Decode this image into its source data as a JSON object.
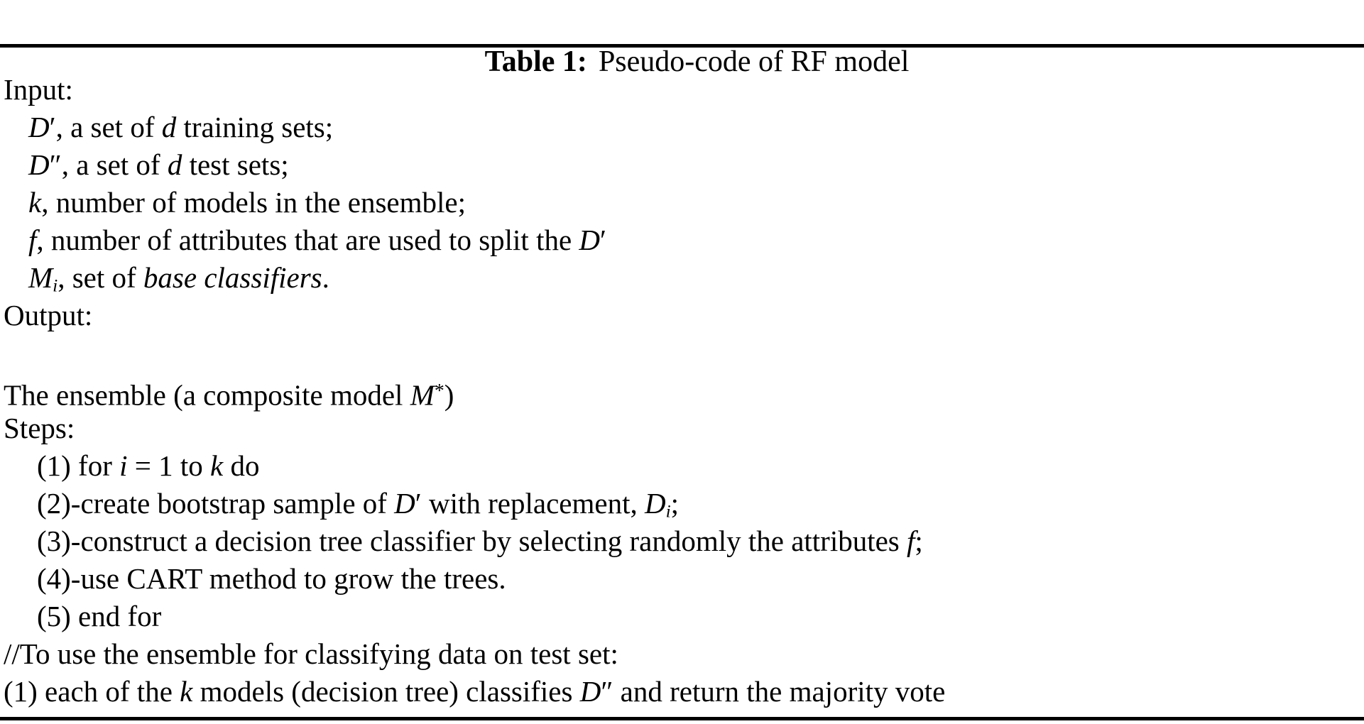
{
  "title": {
    "label": "Table 1:",
    "text": "Pseudo-code of RF model"
  },
  "colors": {
    "text": "#000000",
    "background": "#ffffff",
    "rule": "#000000"
  },
  "table": {
    "lines": [
      {
        "indent": 0,
        "segments": [
          {
            "text": "Input:"
          }
        ]
      },
      {
        "indent": 1,
        "segments": [
          {
            "text": "D",
            "style": "var"
          },
          {
            "text": "′",
            "style": "prime"
          },
          {
            "text": ", a set of "
          },
          {
            "text": "d",
            "style": "var"
          },
          {
            "text": " training sets;"
          }
        ]
      },
      {
        "indent": 1,
        "segments": [
          {
            "text": "D",
            "style": "var"
          },
          {
            "text": "″",
            "style": "prime"
          },
          {
            "text": ", a set of "
          },
          {
            "text": "d",
            "style": "var"
          },
          {
            "text": " test sets;"
          }
        ]
      },
      {
        "indent": 1,
        "segments": [
          {
            "text": "k",
            "style": "var"
          },
          {
            "text": ", number of models in the ensemble;"
          }
        ]
      },
      {
        "indent": 1,
        "segments": [
          {
            "text": "f",
            "style": "var"
          },
          {
            "text": ", number of attributes that are used to split the "
          },
          {
            "text": "D",
            "style": "var"
          },
          {
            "text": "′",
            "style": "prime"
          }
        ]
      },
      {
        "indent": 1,
        "segments": [
          {
            "text": "M",
            "style": "var"
          },
          {
            "text": "i",
            "style": "sub"
          },
          {
            "text": ", set of "
          },
          {
            "text": "base classifiers",
            "style": "i"
          },
          {
            "text": "."
          }
        ]
      },
      {
        "indent": 0,
        "segments": [
          {
            "text": "Output:"
          }
        ]
      },
      {
        "indent": 0,
        "segments": []
      },
      {
        "indent": 0,
        "segments": [
          {
            "text": "The ensemble (a composite model "
          },
          {
            "text": "M",
            "style": "var"
          },
          {
            "text": "*",
            "style": "sup"
          },
          {
            "text": ")"
          }
        ]
      },
      {
        "indent": 0,
        "segments": [
          {
            "text": "Steps:"
          }
        ]
      },
      {
        "indent": 2,
        "segments": [
          {
            "text": "(1) for "
          },
          {
            "text": "i",
            "style": "var"
          },
          {
            "text": " = 1 to "
          },
          {
            "text": "k",
            "style": "var"
          },
          {
            "text": " do"
          }
        ]
      },
      {
        "indent": 2,
        "segments": [
          {
            "text": "(2)-create bootstrap sample of "
          },
          {
            "text": "D",
            "style": "var"
          },
          {
            "text": "′",
            "style": "prime"
          },
          {
            "text": " with replacement, "
          },
          {
            "text": "D",
            "style": "var"
          },
          {
            "text": "i",
            "style": "sub"
          },
          {
            "text": ";"
          }
        ]
      },
      {
        "indent": 2,
        "segments": [
          {
            "text": "(3)-construct a decision tree classifier by selecting randomly the attributes "
          },
          {
            "text": "f",
            "style": "var"
          },
          {
            "text": ";"
          }
        ]
      },
      {
        "indent": 2,
        "segments": [
          {
            "text": "(4)-use CART method to grow the trees."
          }
        ]
      },
      {
        "indent": 2,
        "segments": [
          {
            "text": "(5) end for"
          }
        ]
      },
      {
        "indent": 0,
        "segments": [
          {
            "text": "//To use the ensemble for classifying data on test set:"
          }
        ]
      },
      {
        "indent": 0,
        "segments": [
          {
            "text": "(1) each of the "
          },
          {
            "text": "k",
            "style": "var"
          },
          {
            "text": " models (decision tree) classifies "
          },
          {
            "text": "D",
            "style": "var"
          },
          {
            "text": "″",
            "style": "prime"
          },
          {
            "text": " and return the majority vote"
          }
        ]
      }
    ]
  }
}
